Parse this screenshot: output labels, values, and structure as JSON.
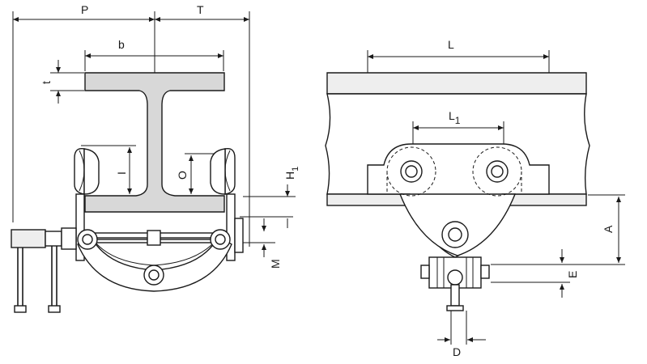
{
  "labels": {
    "P": "P",
    "T": "T",
    "b": "b",
    "t": "t",
    "I": "I",
    "O": "O",
    "H1": "H",
    "H1_sub": "1",
    "M": "M",
    "L": "L",
    "L1": "L",
    "L1_sub": "1",
    "A": "A",
    "E": "E",
    "D": "D"
  },
  "colors": {
    "line": "#1a1a1a",
    "fill_gray": "#d8d8d8",
    "fill_light": "#eeeeee"
  }
}
